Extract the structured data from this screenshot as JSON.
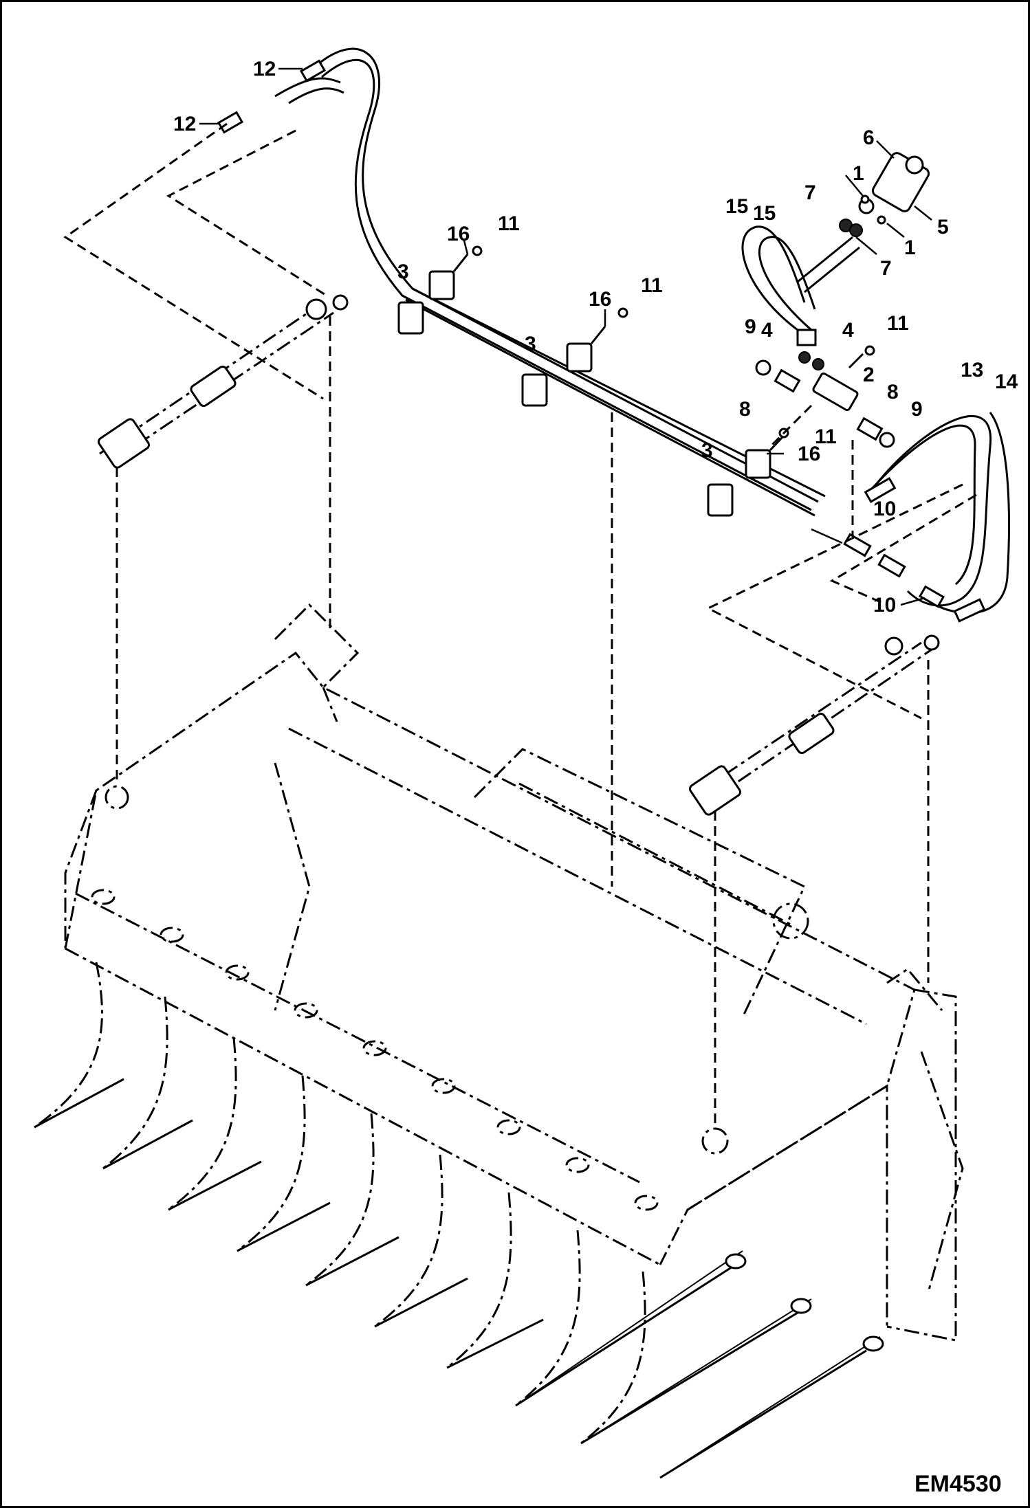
{
  "diagram": {
    "code": "EM4530",
    "callouts": [
      {
        "id": "c12a",
        "text": "12"
      },
      {
        "id": "c12b",
        "text": "12"
      },
      {
        "id": "c6",
        "text": "6"
      },
      {
        "id": "c1a",
        "text": "1"
      },
      {
        "id": "c7a",
        "text": "7"
      },
      {
        "id": "c5",
        "text": "5"
      },
      {
        "id": "c1b",
        "text": "1"
      },
      {
        "id": "c7b",
        "text": "7"
      },
      {
        "id": "c15a",
        "text": "15"
      },
      {
        "id": "c15b",
        "text": "15"
      },
      {
        "id": "c16a",
        "text": "16"
      },
      {
        "id": "c11a",
        "text": "11"
      },
      {
        "id": "c3a",
        "text": "3"
      },
      {
        "id": "c16b",
        "text": "16"
      },
      {
        "id": "c11b",
        "text": "11"
      },
      {
        "id": "c3b",
        "text": "3"
      },
      {
        "id": "c9a",
        "text": "9"
      },
      {
        "id": "c4a",
        "text": "4"
      },
      {
        "id": "c4b",
        "text": "4"
      },
      {
        "id": "c11c",
        "text": "11"
      },
      {
        "id": "c2",
        "text": "2"
      },
      {
        "id": "c8a",
        "text": "8"
      },
      {
        "id": "c8b",
        "text": "8"
      },
      {
        "id": "c9b",
        "text": "9"
      },
      {
        "id": "c13",
        "text": "13"
      },
      {
        "id": "c14",
        "text": "14"
      },
      {
        "id": "c11d",
        "text": "11"
      },
      {
        "id": "c3c",
        "text": "3"
      },
      {
        "id": "c16c",
        "text": "16"
      },
      {
        "id": "c10a",
        "text": "10"
      },
      {
        "id": "c10b",
        "text": "10"
      }
    ]
  }
}
